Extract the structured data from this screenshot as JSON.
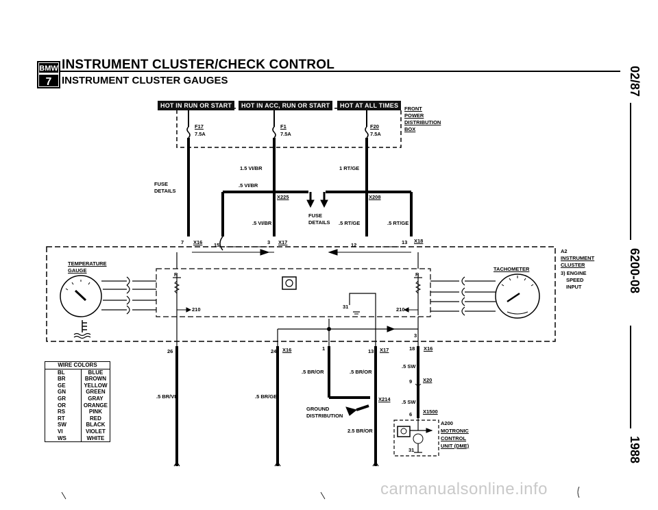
{
  "header": {
    "logo_text": "BMW",
    "logo_number": "7",
    "title": "INSTRUMENT CLUSTER/CHECK CONTROL",
    "subtitle": "INSTRUMENT CLUSTER GAUGES"
  },
  "side_labels": {
    "date": "02/87",
    "code": "6200-08",
    "year": "1988"
  },
  "power": {
    "badges": [
      "HOT IN RUN OR START",
      "HOT IN ACC, RUN OR START",
      "HOT AT ALL TIMES"
    ],
    "fuses": [
      {
        "name": "F17",
        "rating": "7.5A"
      },
      {
        "name": "F1",
        "rating": "7.5A"
      },
      {
        "name": "F20",
        "rating": "7.5A"
      }
    ],
    "box_label": [
      "FRONT",
      "POWER",
      "DISTRIBUTION",
      "BOX"
    ]
  },
  "wires": {
    "w1": "1.5 VI/BR",
    "w2": "1 RT/GE",
    "w3": ".5 VI/BR",
    "w4": ".5 VI/BR",
    "w5": ".5 RT/GE",
    "w6": ".5 RT/GE",
    "fuse_details_left": [
      "FUSE",
      "DETAILS"
    ],
    "fuse_details_mid": [
      "FUSE",
      "DETAILS"
    ],
    "w7": ".5 BR/VI",
    "w8": ".5 BR/GE",
    "w9": ".5 BR/OR",
    "w10": ".5 BR/OR",
    "w11": ".5 SW",
    "w12": ".5 SW",
    "w13": "2.5 BR/OR",
    "ground": [
      "GROUND",
      "DISTRIBUTION"
    ]
  },
  "connectors": {
    "x225": "X225",
    "x208": "X208",
    "x16a": "X16",
    "x17a": "X17",
    "x18": "X18",
    "x16b": "X16",
    "x17b": "X17",
    "x16c": "X16",
    "x20": "X20",
    "x214": "X214",
    "x1500": "X1500",
    "pin7": "7",
    "pin15": "15",
    "pin3a": "3",
    "pin12": "12",
    "pin13a": "13",
    "pin26": "26",
    "pin24": "24",
    "pin1": "1",
    "pin13b": "13",
    "pin18": "18",
    "pin3b": "3",
    "pin9": "9",
    "pin6": "6",
    "pin31a": "31",
    "pin31b": "31",
    "pin210a": "210",
    "pin210b": "210",
    "r1": "R",
    "r2": "R"
  },
  "cluster": {
    "a2": [
      "A2",
      "INSTRUMENT",
      "CLUSTER",
      "3) ENGINE",
      "SPEED",
      "INPUT"
    ],
    "temp_gauge": [
      "TEMPERATURE",
      "GAUGE"
    ],
    "tachometer": "TACHOMETER"
  },
  "motronic": [
    "A200",
    "MOTRONIC",
    "CONTROL",
    "UNIT (DME)"
  ],
  "wire_colors": {
    "header": "WIRE COLORS",
    "rows": [
      [
        "BL",
        "BLUE"
      ],
      [
        "BR",
        "BROWN"
      ],
      [
        "GE",
        "YELLOW"
      ],
      [
        "GN",
        "GREEN"
      ],
      [
        "GR",
        "GRAY"
      ],
      [
        "OR",
        "ORANGE"
      ],
      [
        "RS",
        "PINK"
      ],
      [
        "RT",
        "RED"
      ],
      [
        "SW",
        "BLACK"
      ],
      [
        "VI",
        "VIOLET"
      ],
      [
        "WS",
        "WHITE"
      ]
    ]
  },
  "footer": "carmanualsonline.info"
}
